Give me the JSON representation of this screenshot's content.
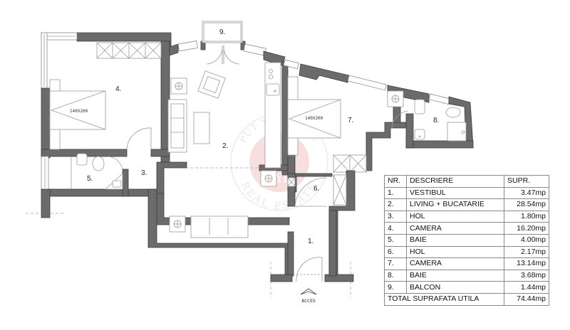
{
  "plan": {
    "rooms": [
      {
        "id": "1",
        "label": "1."
      },
      {
        "id": "2",
        "label": "2."
      },
      {
        "id": "3",
        "label": "3."
      },
      {
        "id": "4",
        "label": "4."
      },
      {
        "id": "5",
        "label": "5."
      },
      {
        "id": "6",
        "label": "6."
      },
      {
        "id": "7",
        "label": "7."
      },
      {
        "id": "8",
        "label": "8."
      },
      {
        "id": "9",
        "label": "9."
      }
    ],
    "bed_labels": [
      "140X200",
      "140X200"
    ],
    "entrance_label": "ACCES",
    "watermark": {
      "top_text": "PUT YOU FIRST",
      "bottom_text": "REAL ESTATE",
      "center_text": "PYF",
      "color": "#d9383a"
    },
    "colors": {
      "wall": "#6b6b6b",
      "line": "#9a9a9a",
      "axis_dash": "#e080e0"
    }
  },
  "table": {
    "headers": {
      "nr": "NR.",
      "desc": "DESCRIERE",
      "area": "SUPR."
    },
    "rows": [
      {
        "nr": "1.",
        "desc": "VESTIBUL",
        "area": "3.47mp"
      },
      {
        "nr": "2.",
        "desc": "LIVING + BUCATARIE",
        "area": "28.54mp"
      },
      {
        "nr": "3.",
        "desc": "HOL",
        "area": "1.80mp"
      },
      {
        "nr": "4.",
        "desc": "CAMERA",
        "area": "16.20mp"
      },
      {
        "nr": "5.",
        "desc": "BAIE",
        "area": "4.00mp"
      },
      {
        "nr": "6.",
        "desc": "HOL",
        "area": "2.17mp"
      },
      {
        "nr": "7.",
        "desc": "CAMERA",
        "area": "13.14mp"
      },
      {
        "nr": "8.",
        "desc": "BAIE",
        "area": "3.68mp"
      },
      {
        "nr": "9.",
        "desc": "BALCON",
        "area": "1.44mp"
      }
    ],
    "total": {
      "label": "TOTAL SUPRAFATA UTILA",
      "area": "74.44mp"
    }
  }
}
